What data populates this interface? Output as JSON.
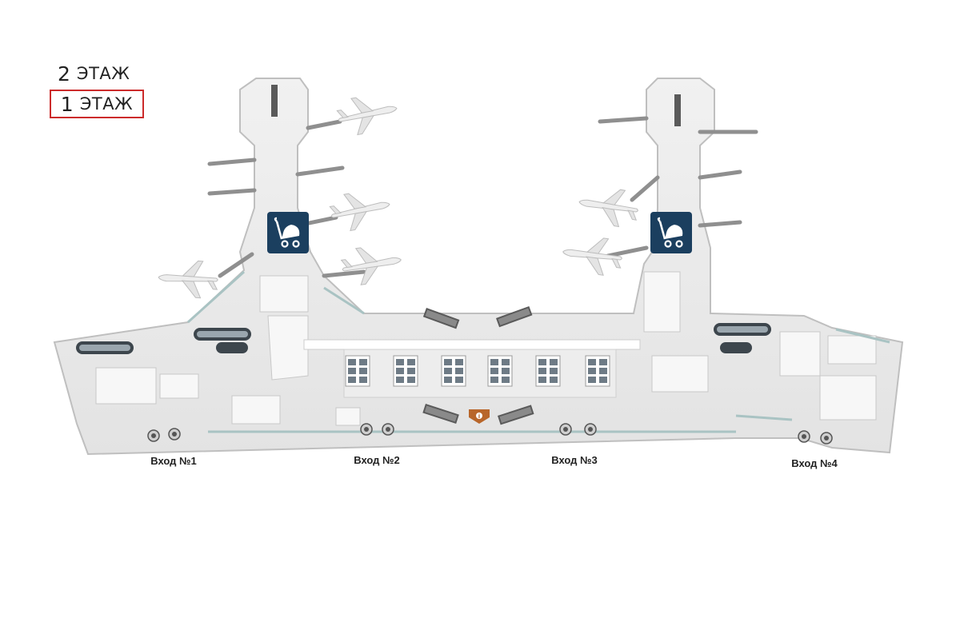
{
  "floors": {
    "upper": {
      "number": "2",
      "label": "ЭТАЖ",
      "selected": false
    },
    "lower": {
      "number": "1",
      "label": "ЭТАЖ",
      "selected": true
    }
  },
  "entrances": [
    {
      "label": "Вход №1"
    },
    {
      "label": "Вход №2"
    },
    {
      "label": "Вход №3"
    },
    {
      "label": "Вход №4"
    }
  ],
  "pois": [
    {
      "icon": "stroller-icon",
      "color": "#1b3f5f"
    },
    {
      "icon": "stroller-icon",
      "color": "#1b3f5f"
    }
  ],
  "info_point": {
    "icon": "info-icon",
    "color": "#b8662a"
  },
  "colors": {
    "accent": "#cc2b2b",
    "poi": "#1b3f5f",
    "floor": "#e9e9e9",
    "wall": "#cfcfcf",
    "glass": "#a9c3c3"
  }
}
